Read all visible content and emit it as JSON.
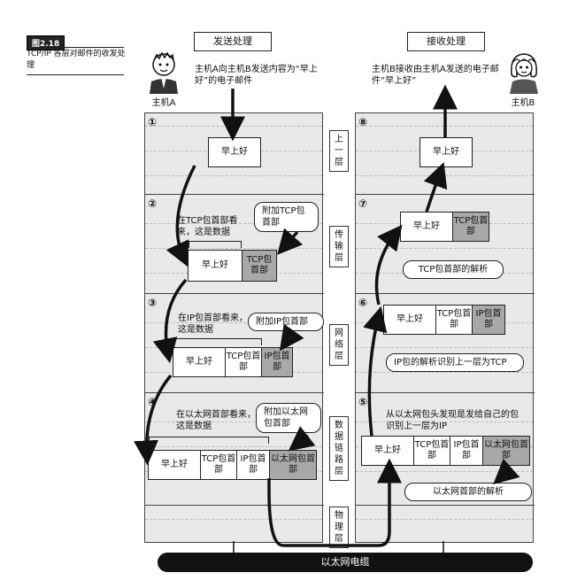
{
  "figure": {
    "tag": "图2.18",
    "caption": "TCP/IP 各层对邮件的收发处理"
  },
  "headers": {
    "send": "发送处理",
    "receive": "接收处理"
  },
  "hosts": {
    "a_label": "主机A",
    "b_label": "主机B",
    "a_note": "主机A向主机B发送内容为“早上好”的电子邮件",
    "b_note": "主机B接收由主机A发送的电子邮件“早上好”"
  },
  "layers": {
    "upper": "上一层",
    "transport": "传输层",
    "network": "网络层",
    "datalink": "数据链路层",
    "physical": "物理层"
  },
  "steps": {
    "s1": "①",
    "s2": "②",
    "s3": "③",
    "s4": "④",
    "s5": "⑤",
    "s6": "⑥",
    "s7": "⑦",
    "s8": "⑧"
  },
  "packet": {
    "data": "早上好",
    "tcp": "TCP包首部",
    "ip": "IP包首部",
    "eth": "以太网包首部"
  },
  "send_notes": {
    "tcp_view": "在TCP包首部看来，这是数据",
    "tcp_add": "附加TCP包首部",
    "ip_view": "在IP包首部看来，这是数据",
    "ip_add": "附加IP包首部",
    "eth_view": "在以太网首部看来，这是数据",
    "eth_add": "附加以太网包首部"
  },
  "recv_notes": {
    "tcp_parse": "TCP包首部的解析",
    "ip_parse": "IP包的解析识别上一层为TCP",
    "eth_note": "从以太网包头发现是发给自己的包识别上一层为IP",
    "eth_parse": "以太网首部的解析"
  },
  "cable": "以太网电缆"
}
